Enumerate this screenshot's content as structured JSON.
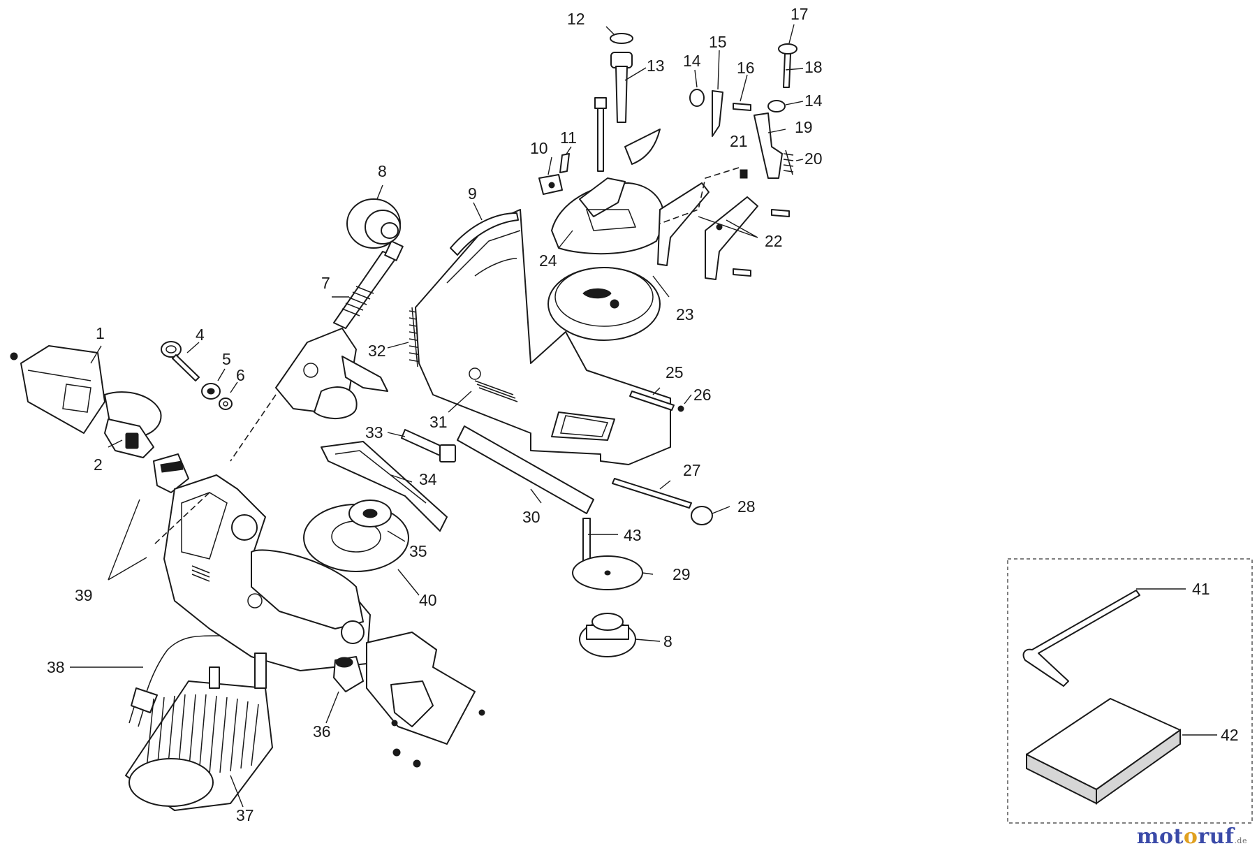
{
  "diagram": {
    "callouts": [
      "1",
      "2",
      "4",
      "5",
      "6",
      "7",
      "8",
      "9",
      "10",
      "11",
      "12",
      "13",
      "14",
      "15",
      "16",
      "17",
      "18",
      "14",
      "19",
      "21",
      "20",
      "22",
      "23",
      "24",
      "25",
      "26",
      "27",
      "28",
      "29",
      "30",
      "31",
      "32",
      "33",
      "34",
      "35",
      "36",
      "37",
      "38",
      "39",
      "40",
      "41",
      "42",
      "43",
      "8"
    ]
  },
  "watermark": {
    "brand_parts": [
      "mot",
      "o",
      "ruf"
    ],
    "suffix": ".de",
    "colors": [
      "#3a4aa8",
      "#e0a020",
      "#3a4aa8",
      "#6a6a6a"
    ]
  }
}
